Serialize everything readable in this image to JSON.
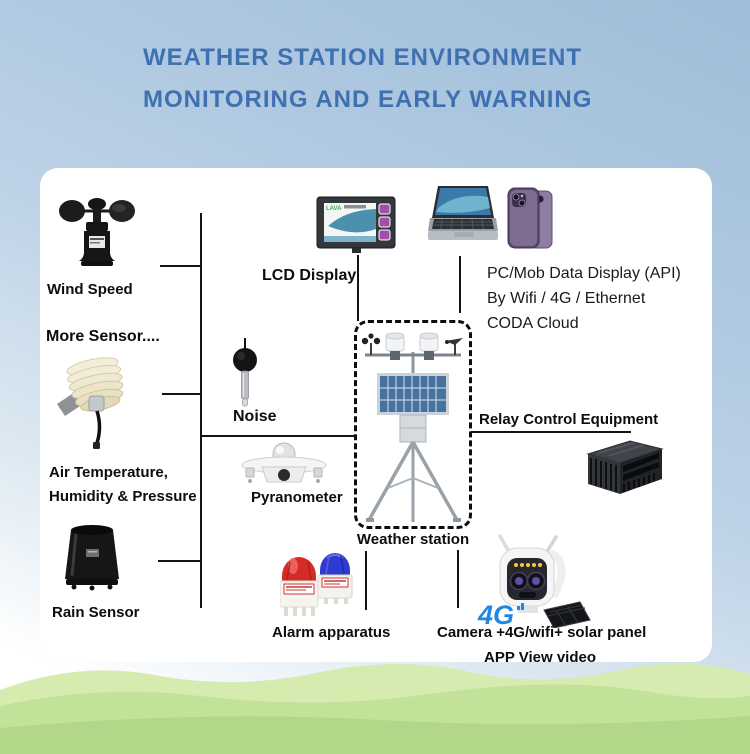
{
  "title": {
    "line1": "WEATHER STATION ENVIRONMENT",
    "line2": "MONITORING AND EARLY WARNING"
  },
  "labels": {
    "wind_speed": "Wind Speed",
    "more_sensor": "More Sensor....",
    "lcd": "LCD Display",
    "pc_line1": "PC/Mob Data Display (API)",
    "pc_line2": "By Wifi / 4G / Ethernet",
    "pc_line3": "CODA Cloud",
    "noise": "Noise",
    "air_line1": "Air Temperature,",
    "air_line2": "Humidity & Pressure",
    "pyranometer": "Pyranometer",
    "weather_station": "Weather station",
    "relay": "Relay Control Equipment",
    "rain": "Rain Sensor",
    "alarm": "Alarm apparatus",
    "camera": "Camera +4G/wifi+ solar panel",
    "app": "APP View video"
  },
  "devices": {
    "lcd_brand": "LAVA",
    "camera_logo": "4G"
  },
  "colors": {
    "title_blue": "#3e70b2",
    "connector_black": "#141414",
    "label_black": "#0d0d0d",
    "sky_blue": "#aec8e0",
    "panel_white": "#ffffff",
    "grass_light": "#cde7a9",
    "grass_mid": "#bede94",
    "grass_dark": "#b2d788",
    "solar_blue": "#47729f",
    "alarm_red": "#d42b26",
    "alarm_blue": "#2f3bd0",
    "logo_4g_blue": "#1e88e5",
    "lcd_screen_teal": "#4b90ad",
    "lcd_button_purple": "#a14fa8"
  }
}
